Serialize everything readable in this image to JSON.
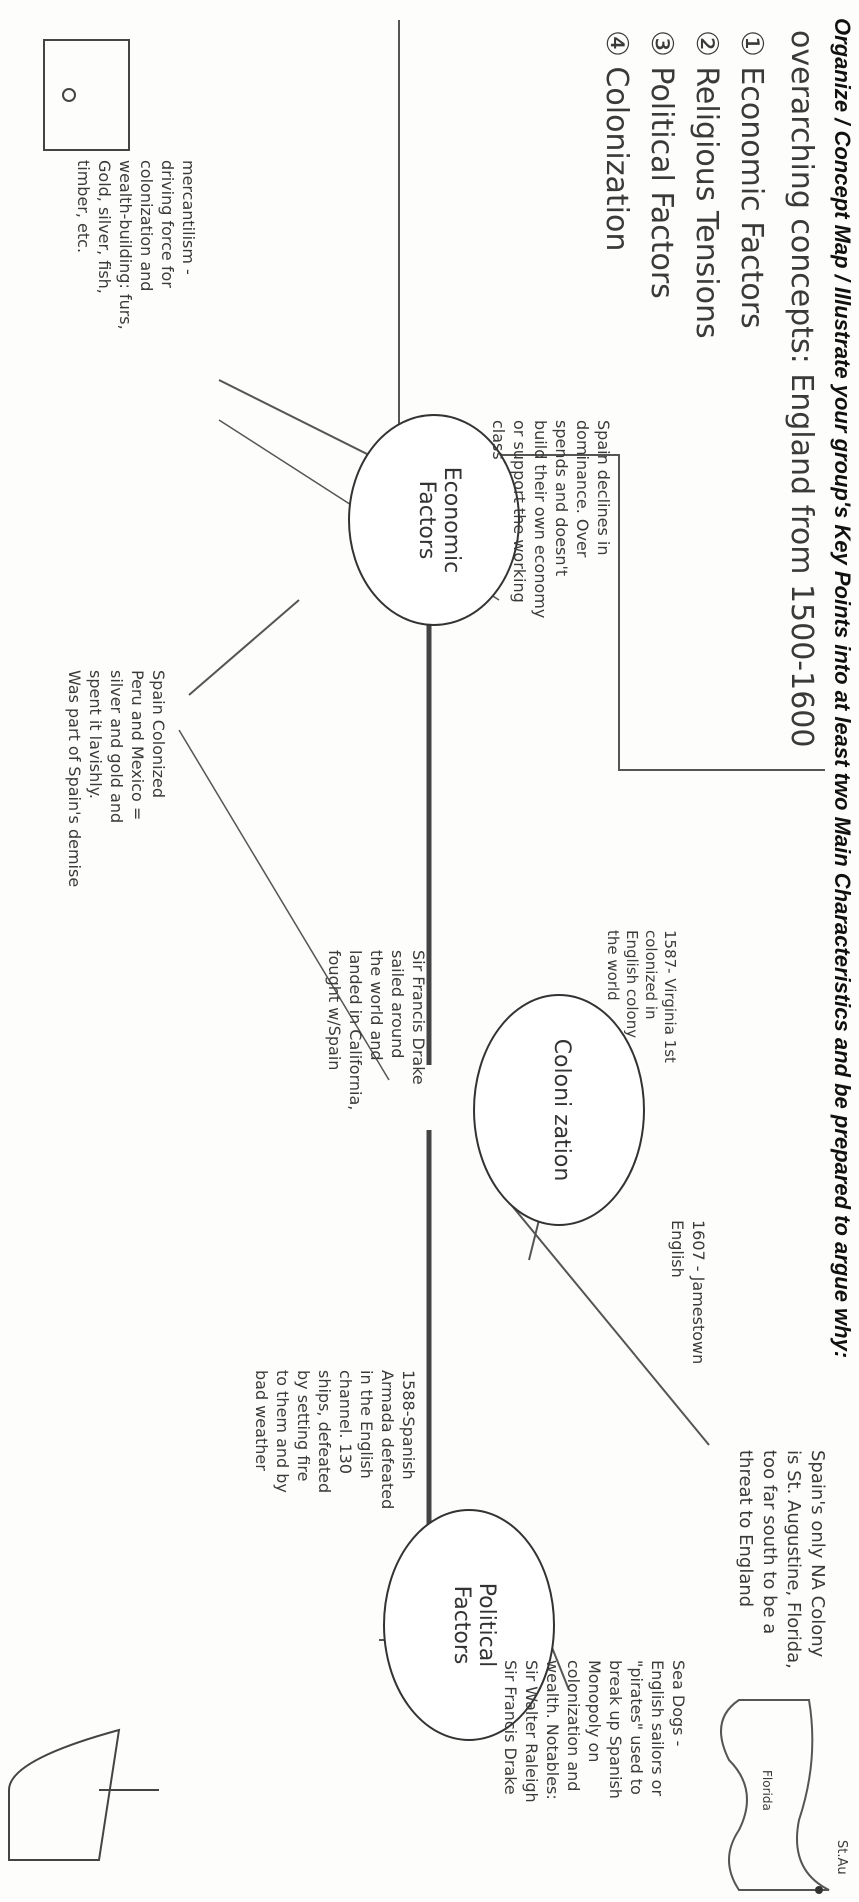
{
  "header": "Organize / Concept Map / Illustrate your group's Key Points into at least two Main Characteristics and be prepared to argue why:",
  "concept_box": {
    "title": "overarching concepts: England from 1500-1600",
    "items": [
      "① Economic Factors",
      "② Religious Tensions",
      "③ Political Factors",
      "④ Colonization"
    ]
  },
  "nodes": {
    "economic": "Economic\nFactors",
    "colonization": "Coloni zation",
    "political": "Political\nFactors"
  },
  "notes": {
    "mercantilism": "mercantilism -\ndriving force for\ncolonization and\nwealth-building: furs,\nGold, silver, fish,\ntimber, etc.",
    "spain_declines": "Spain declines in\ndominance. Over\nspends and doesn't\nbuild their own economy\nor support the working\nclass",
    "spain_colonized": "Spain Colonized\nPeru and Mexico =\nsilver and gold and\nspent it lavishly.\nWas part of Spain's demise",
    "virginia": "1587- Virginia 1st\ncolonized in\nEnglish colony\nthe world",
    "drake": "Sir Francis Drake\nsailed around\nthe world and\nlanded in California,\nfought w/Spain",
    "jamestown": "1607 - Jamestown\n English",
    "armada": "1588-Spanish\nArmada defeated\nin the English\nchannel. 130\nships, defeated\nby setting fire\nto them and by\nbad weather",
    "st_augustine": "Spain's only NA Colony\nis St. Augustine, Florida,\ntoo far south to be a\nthreat to England",
    "sea_dogs": "Sea Dogs -\nEnglish sailors or\n\"pirates\" used to\nbreak up Spanish\nMonopoly on\ncolonization and\nwealth. Notables:\nSir Walter Raleigh\nSir Francis Drake",
    "florida_label": "Florida",
    "st_aug_label": "St.Au"
  }
}
